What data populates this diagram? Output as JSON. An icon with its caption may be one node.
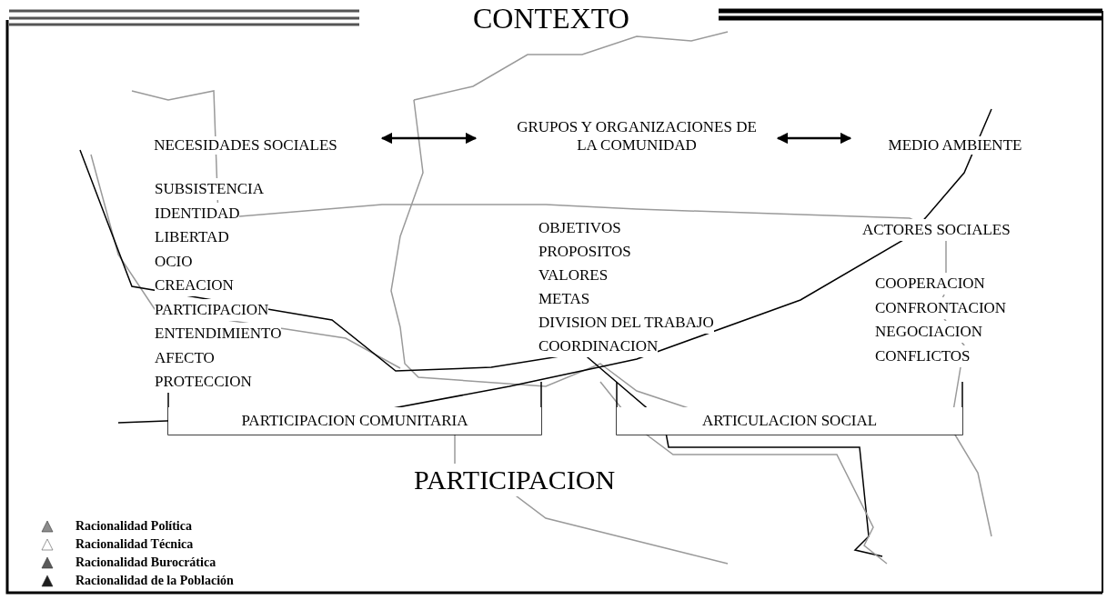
{
  "diagram": {
    "title": "CONTEXTO",
    "nodes": [
      {
        "text": [
          "NECESIDADES SOCIALES"
        ]
      },
      {
        "text": [
          "GRUPOS Y ORGANIZACIONES DE LA COMUNIDAD"
        ]
      },
      {
        "text": [
          "MEDIO AMBIENTE"
        ]
      },
      {
        "text": [
          "PARTICIPACION COMUNITARIA"
        ]
      },
      {
        "text": [
          "ARTICULACION SOCIAL"
        ]
      }
    ],
    "edges": [
      {
        "from": 0,
        "to": 1,
        "arrow": "both"
      },
      {
        "from": 1,
        "to": 2,
        "arrow": "both"
      }
    ],
    "labels": [
      "SUBSISTENCIA",
      "IDENTIDAD",
      "LIBERTAD",
      "OCIO",
      "CREACION",
      "PARTICIPACION",
      "ENTENDIMIENTO",
      "AFECTO",
      "PROTECCION",
      "OBJETIVOS",
      "PROPOSITOS",
      "VALORES",
      "METAS",
      "DIVISION DEL TRABAJO",
      "COORDINACION",
      "ACTORES SOCIALES",
      "COOPERACION",
      "CONFRONTACION",
      "NEGOCIACION",
      "CONFLICTOS",
      "PARTICIPACION"
    ],
    "legend": [
      {
        "text": "Racionalidad Política",
        "color": "#8c8c8c"
      },
      {
        "text": "Racionalidad Técnica"
      },
      {
        "text": "Racionalidad Burocrática",
        "color": "#5a5a5a"
      },
      {
        "text": "Racionalidad de la Población",
        "color": "#1e1e1e"
      }
    ]
  }
}
